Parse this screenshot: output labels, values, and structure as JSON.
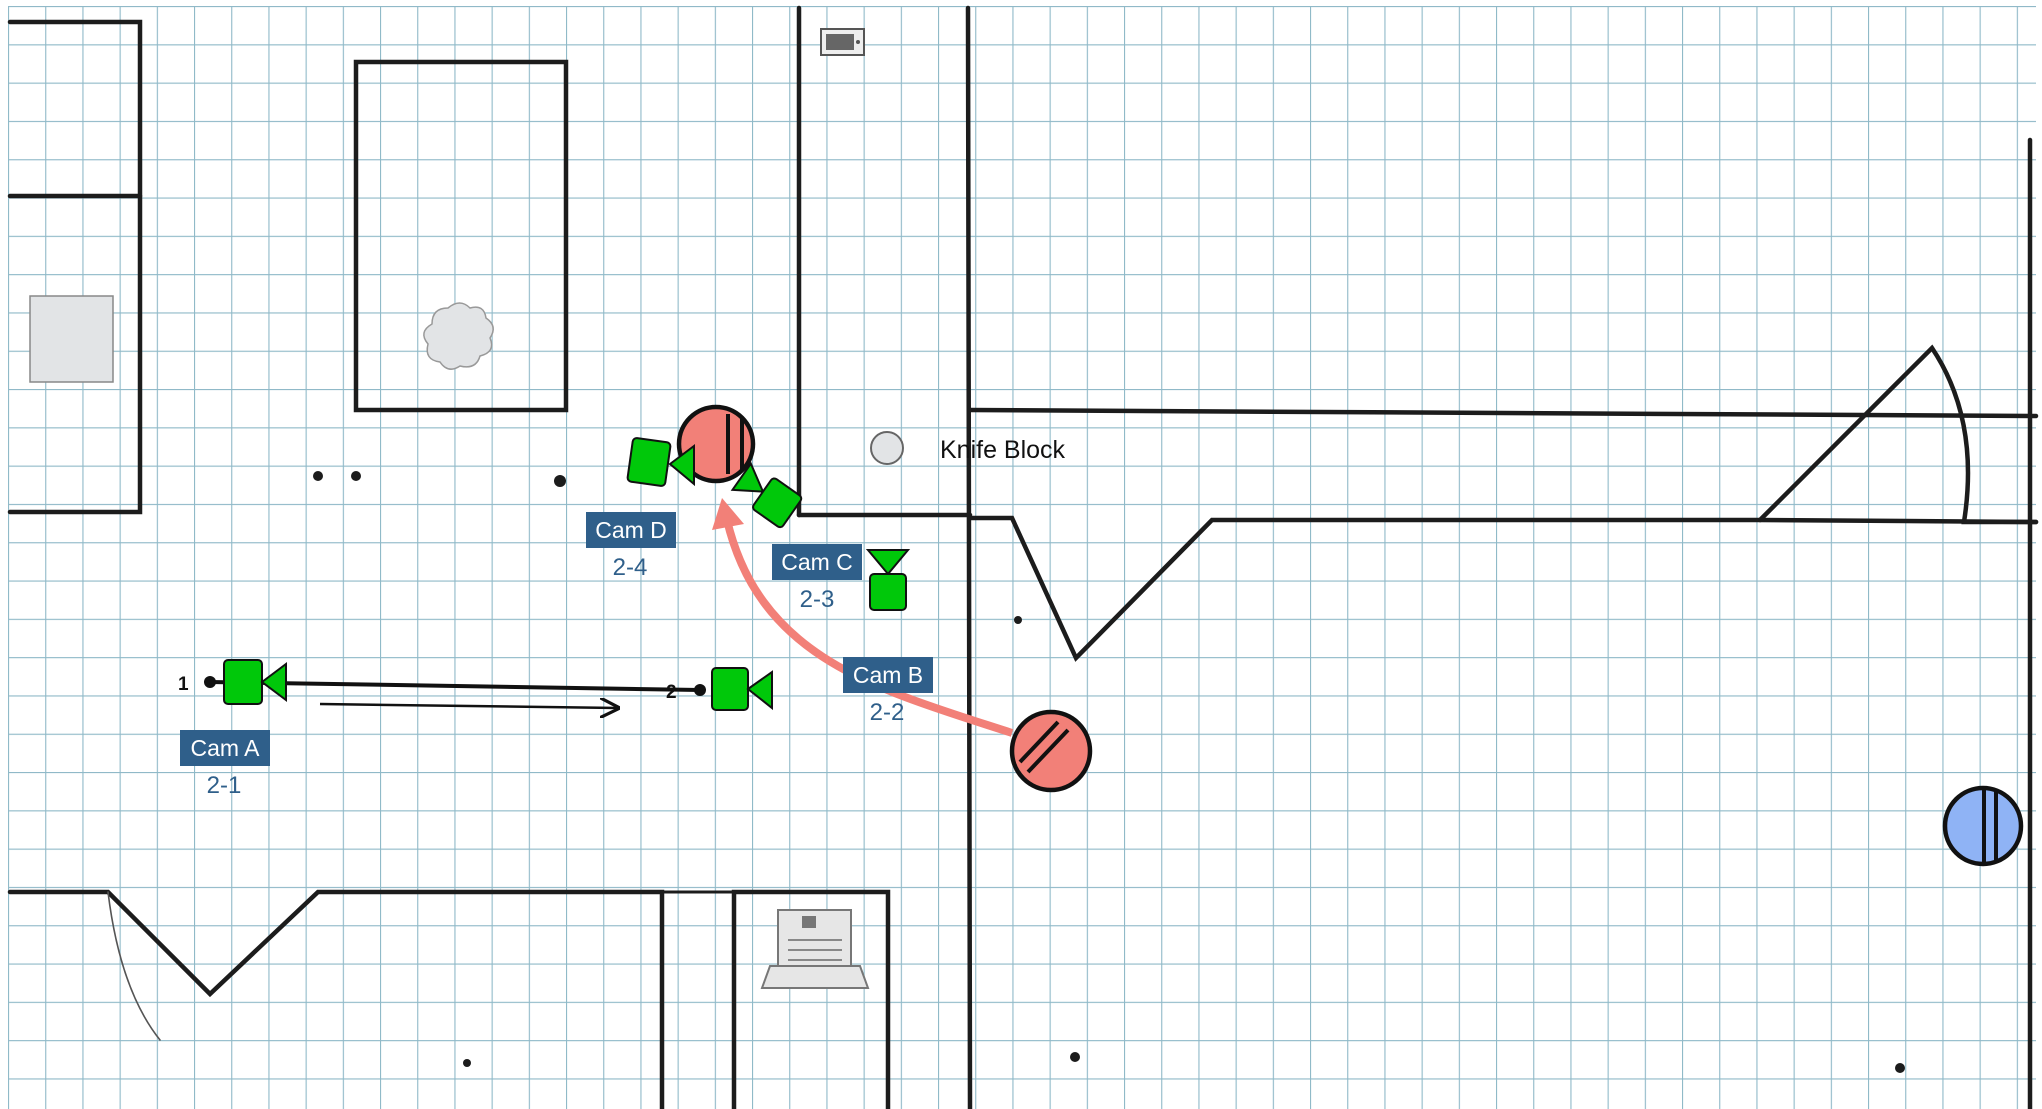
{
  "labels": {
    "knife_block": "Knife Block"
  },
  "cameras": [
    {
      "name": "Cam A",
      "shot": "2-1"
    },
    {
      "name": "Cam B",
      "shot": "2-2"
    },
    {
      "name": "Cam C",
      "shot": "2-3"
    },
    {
      "name": "Cam D",
      "shot": "2-4"
    }
  ],
  "move_points": {
    "start": "1",
    "end": "2"
  },
  "colors": {
    "camera": "#00c80a",
    "label_bg": "#2f5f8a",
    "label_text": "#ffffff",
    "shot_text": "#2f5f8a",
    "actor_red": "#f28078",
    "actor_blue": "#8fb3f5",
    "path_red": "#f28078",
    "grid": "#8fb9c8",
    "wall": "#1c1c1c",
    "prop_gray": "#e2e4e6"
  },
  "icons": [
    "camera-icon",
    "actor-marker",
    "laptop-icon",
    "tv-icon",
    "plant-icon",
    "knife-block-marker"
  ]
}
